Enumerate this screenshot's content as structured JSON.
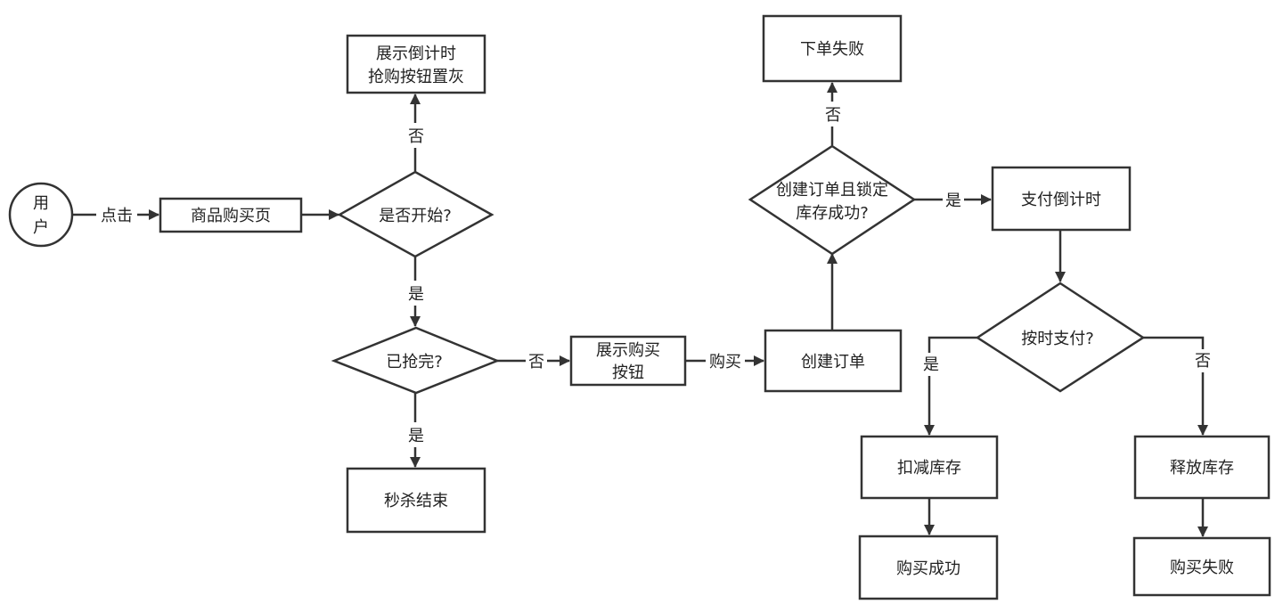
{
  "nodes": {
    "user": [
      "用",
      "户"
    ],
    "product_page": [
      "商品购买页"
    ],
    "started": [
      "是否开始?"
    ],
    "countdown": [
      "展示倒计时",
      "抢购按钮置灰"
    ],
    "sold_out": [
      "已抢完?"
    ],
    "sale_over": [
      "秒杀结束"
    ],
    "show_buy": [
      "展示购买",
      "按钮"
    ],
    "create_order": [
      "创建订单"
    ],
    "order_lock": [
      "创建订单且锁定",
      "库存成功?"
    ],
    "order_fail": [
      "下单失败"
    ],
    "pay_countdown": [
      "支付倒计时"
    ],
    "paid_on_time": [
      "按时支付?"
    ],
    "deduct_stock": [
      "扣减库存"
    ],
    "release_stock": [
      "释放库存"
    ],
    "buy_success": [
      "购买成功"
    ],
    "buy_fail": [
      "购买失败"
    ]
  },
  "edges": {
    "click": "点击",
    "started_no": "否",
    "started_yes": "是",
    "soldout_yes": "是",
    "soldout_no": "否",
    "buy": "购买",
    "lock_no": "否",
    "lock_yes": "是",
    "paid_yes": "是",
    "paid_no": "否"
  }
}
